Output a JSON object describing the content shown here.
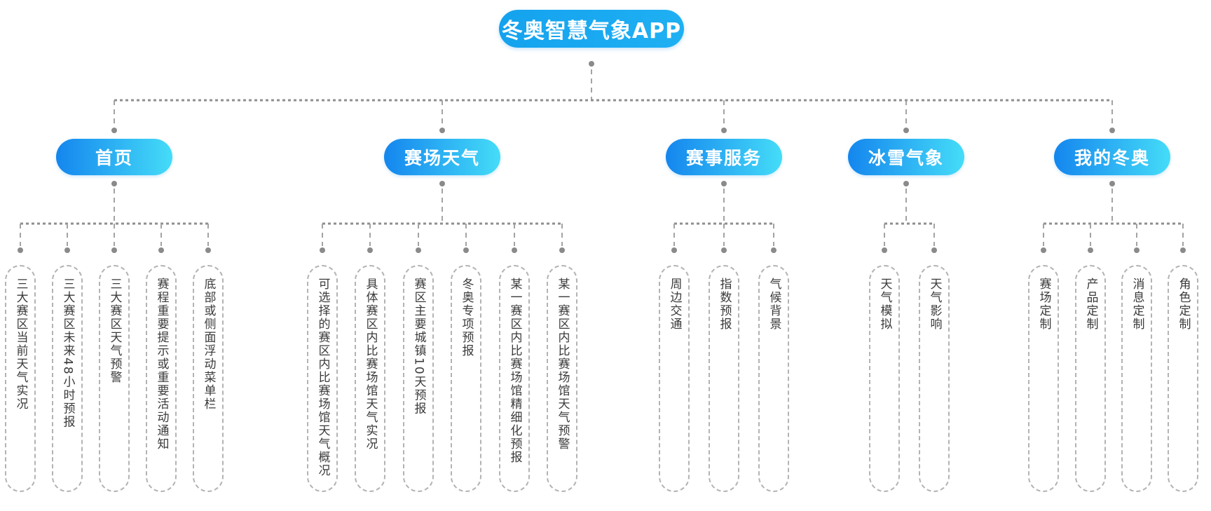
{
  "root": {
    "label": "冬奥智慧气象APP"
  },
  "branches": [
    {
      "label": "首页",
      "children": [
        "三大赛区当前天气实况",
        "三大赛区未来48小时预报",
        "三大赛区天气预警",
        "赛程重要提示或重要活动通知",
        "底部或侧面浮动菜单栏"
      ]
    },
    {
      "label": "赛场天气",
      "children": [
        "可选择的赛区内比赛场馆天气概况",
        "具体赛区内比赛场馆天气实况",
        "赛区主要城镇10天预报",
        "冬奥专项预报",
        "某一赛区内比赛场馆精细化预报",
        "某一赛区内比赛场馆天气预警"
      ]
    },
    {
      "label": "赛事服务",
      "children": [
        "周边交通",
        "指数预报",
        "气候背景"
      ]
    },
    {
      "label": "冰雪气象",
      "children": [
        "天气模拟",
        "天气影响"
      ]
    },
    {
      "label": "我的冬奥",
      "children": [
        "赛场定制",
        "产品定制",
        "消息定制",
        "角色定制"
      ]
    }
  ],
  "colors": {
    "root_fill_start": "#14a2ee",
    "root_fill_end": "#1fb0f3",
    "branch_fill_start": "#1486ee",
    "branch_fill_end": "#45dcf8",
    "connector": "#a3a3a3",
    "leaf_border": "#b3b3b3",
    "leaf_text": "#3a3a3a",
    "node_text": "#ffffff"
  }
}
